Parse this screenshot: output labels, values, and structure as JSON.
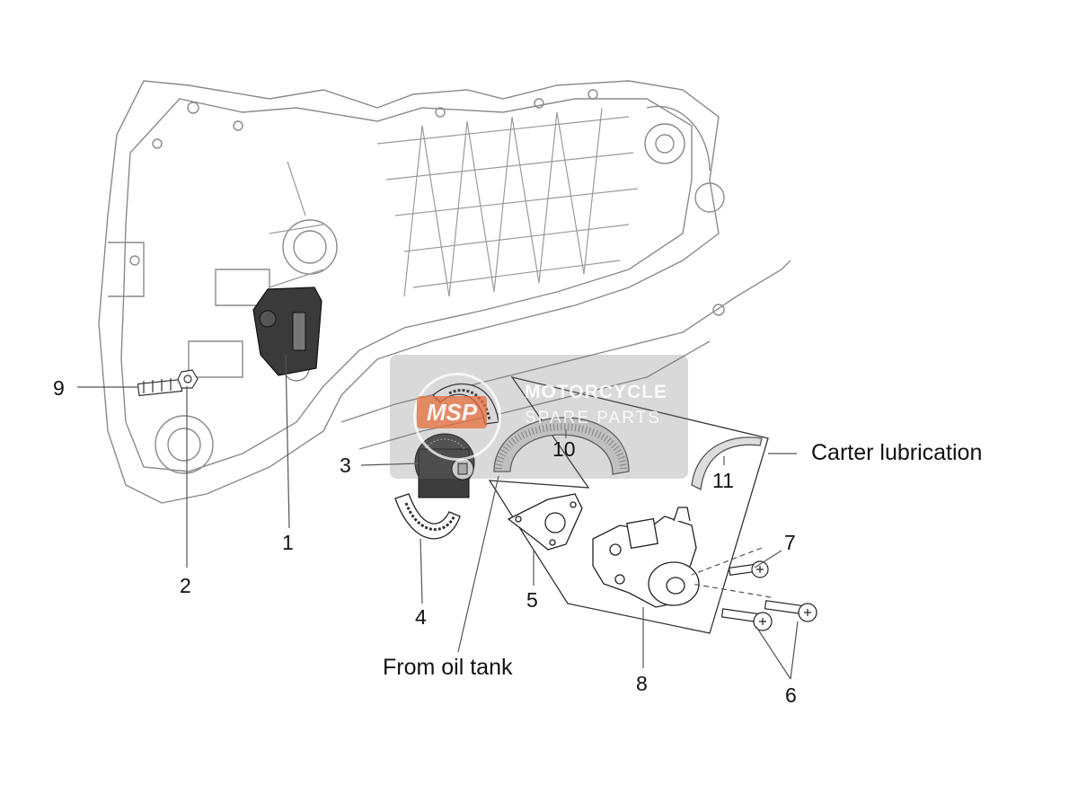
{
  "callouts": {
    "p1": "1",
    "p2": "2",
    "p3": "3",
    "p4": "4",
    "p5": "5",
    "p6": "6",
    "p7": "7",
    "p8": "8",
    "p9": "9",
    "p10": "10",
    "p11": "11"
  },
  "notes": {
    "carter": "Carter lubrication",
    "oil_tank": "From oil tank"
  },
  "watermark": {
    "badge": "MSP",
    "line1": "MOTORCYCLE",
    "line2": "SPARE PARTS"
  },
  "colors": {
    "line": "#555555",
    "dark_part": "#3a3a3a"
  }
}
